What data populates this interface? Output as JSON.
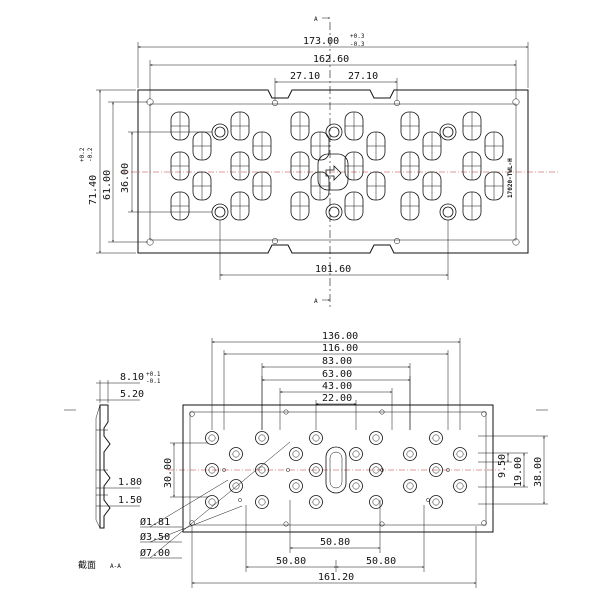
{
  "top_view": {
    "section_marker_top": "A",
    "section_marker_bottom": "A",
    "overall_length": "173.00",
    "overall_length_tol_upper": "+0.3",
    "overall_length_tol_lower": "-0.3",
    "hole_pitch_length": "162.60",
    "pitch_left": "27.10",
    "pitch_right": "27.10",
    "overall_width": "71.40",
    "overall_width_tol_upper": "+0.2",
    "overall_width_tol_lower": "-0.2",
    "hole_pitch_width": "61.00",
    "inner_width": "36.00",
    "bottom_pitch": "101.60",
    "part_label": "17020-TWL-H"
  },
  "bottom_view": {
    "dims_top": [
      "136.00",
      "116.00",
      "83.00",
      "63.00",
      "43.00",
      "22.00"
    ],
    "dim_mid_bottom": "50.80",
    "dim_left_bottom": "50.80",
    "dim_right_bottom": "50.80",
    "dim_total_bottom": "161.20",
    "dim_left_30": "30.00",
    "dim_right_950": "9.50",
    "dim_right_19": "19.00",
    "dim_right_38": "38.00"
  },
  "section_view": {
    "thickness": "8.10",
    "thickness_tol_upper": "+0.1",
    "thickness_tol_lower": "-0.1",
    "step": "5.20",
    "d180": "1.80",
    "d150": "1.50",
    "dia1": "Ø1.81",
    "dia2": "Ø3.50",
    "dia3": "Ø7.00",
    "caption": "截面",
    "caption_tag": "A-A"
  }
}
